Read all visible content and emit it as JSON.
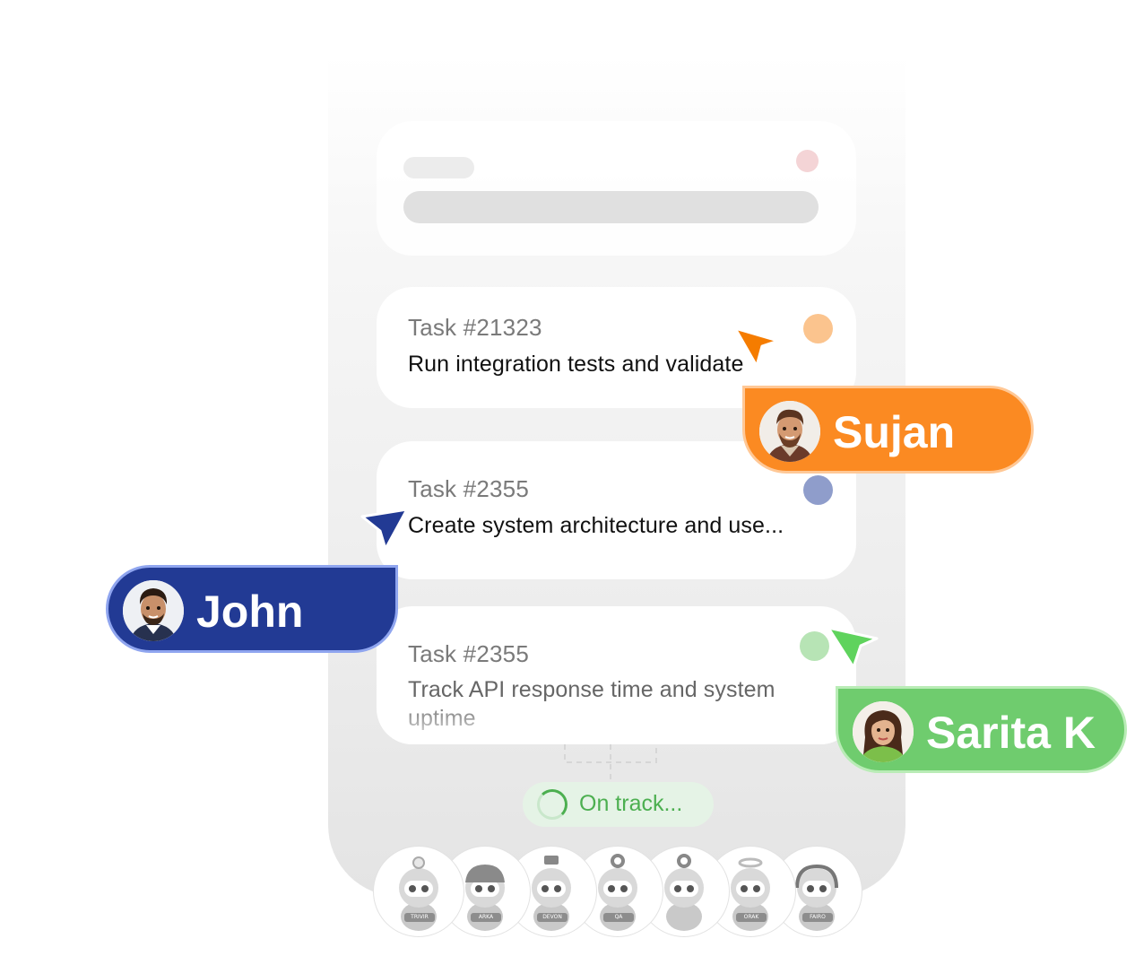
{
  "tasks": [
    {
      "id": "Task #21323",
      "text": "Run integration tests and validate",
      "dot_color": "#fbc48e"
    },
    {
      "id": "Task #2355",
      "text": "Create system architecture and use...",
      "dot_color": "#8f9dcb"
    },
    {
      "id": "Task #2355",
      "text": "Track API response time and system uptime",
      "dot_color": "#b7e4b5"
    }
  ],
  "skeleton": {
    "dot_color": "#f4d4d6"
  },
  "status": {
    "label": "On track..."
  },
  "collaborators": [
    {
      "name": "Sujan",
      "color": "#fb8a22"
    },
    {
      "name": "John",
      "color": "#223a94"
    },
    {
      "name": "Sarita K",
      "color": "#6fcc6e"
    }
  ],
  "agents": [
    {
      "icon": "lightbulb-robot-icon",
      "badge": "TRIVIR"
    },
    {
      "icon": "helmet-robot-icon",
      "badge": "ARKA"
    },
    {
      "icon": "code-robot-icon",
      "badge": "DEVON"
    },
    {
      "icon": "gear-magnifier-robot-icon",
      "badge": "QA"
    },
    {
      "icon": "scissors-robot-icon",
      "badge": ""
    },
    {
      "icon": "halo-robot-icon",
      "badge": "ORAK"
    },
    {
      "icon": "headset-robot-icon",
      "badge": "FAIRO"
    }
  ]
}
